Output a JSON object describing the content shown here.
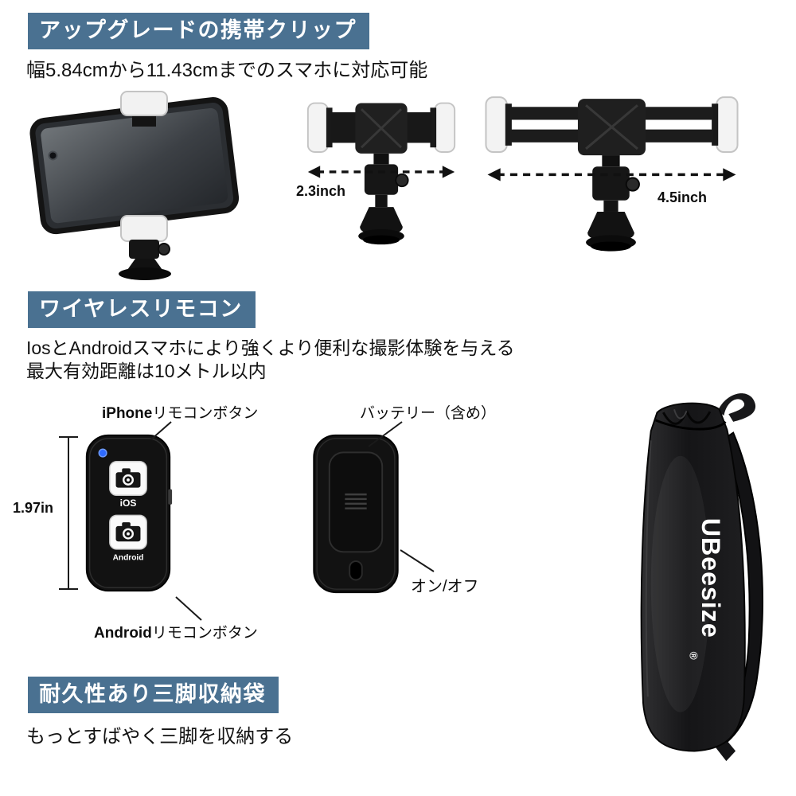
{
  "colors": {
    "heading_bg": "#4a7191",
    "heading_text": "#ffffff",
    "body_text": "#1a1a1a",
    "led_blue": "#2f6bff"
  },
  "section_clip": {
    "heading": "アップグレードの携帯クリップ",
    "subtitle": "幅5.84cmから11.43cmまでのスマホに対応可能",
    "min_width_label": "2.3inch",
    "max_width_label": "4.5inch"
  },
  "section_remote": {
    "heading": "ワイヤレスリモコン",
    "desc_line1": "IosとAndroidスマホにより強くより便利な撮影体験を与える",
    "desc_line2": "最大有効距離は10メトル以内",
    "iphone_label_strong": "iPhone",
    "iphone_label_rest": "リモコンボタン",
    "battery_label": "バッテリー（含め）",
    "height_label": "1.97in",
    "onoff_label": "オン/オフ",
    "android_label_strong": "Android",
    "android_label_rest": "リモコンボタン",
    "remote_ios_button": "iOS",
    "remote_android_button": "Android"
  },
  "section_bag": {
    "heading": "耐久性あり三脚収納袋",
    "subtitle": "もっとすばやく三脚を収納する",
    "brand": "UBeesize",
    "brand_reg": "®"
  }
}
